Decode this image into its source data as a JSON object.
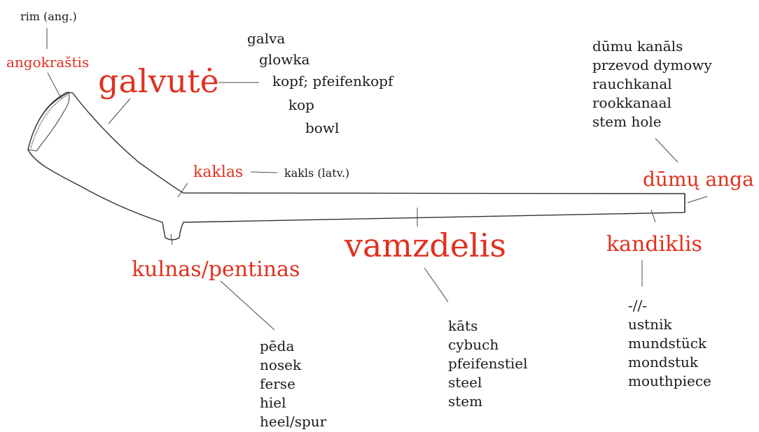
{
  "colors": {
    "accent_red": "#e0311f",
    "text": "#1a1a1a",
    "outline": "#333333"
  },
  "labels": {
    "rim_note": "rim (ang.)",
    "rim": "angokraštis",
    "bowl": "galvutė",
    "neck": "kaklas",
    "neck_note": "kakls (latv.)",
    "smoke_hole": "dūmų anga",
    "stem": "vamzdelis",
    "mouthpiece": "kandiklis",
    "heel": "kulnas/pentinas"
  },
  "translations": {
    "bowl": [
      "galva",
      "glowka",
      "kopf; pfeifenkopf",
      "kop",
      "bowl"
    ],
    "smoke_hole": [
      "dūmu kanāls",
      "przevod dymowy",
      "rauchkanal",
      "rookkanaal",
      "stem hole"
    ],
    "heel": [
      "pēda",
      "nosek",
      "ferse",
      "hiel",
      "heel/spur"
    ],
    "stem": [
      "kāts",
      "cybuch",
      "pfeifenstiel",
      "steel",
      "stem"
    ],
    "mouthpiece": [
      "-//-",
      "ustnik",
      "mundstück",
      "mondstuk",
      "mouthpiece"
    ]
  }
}
